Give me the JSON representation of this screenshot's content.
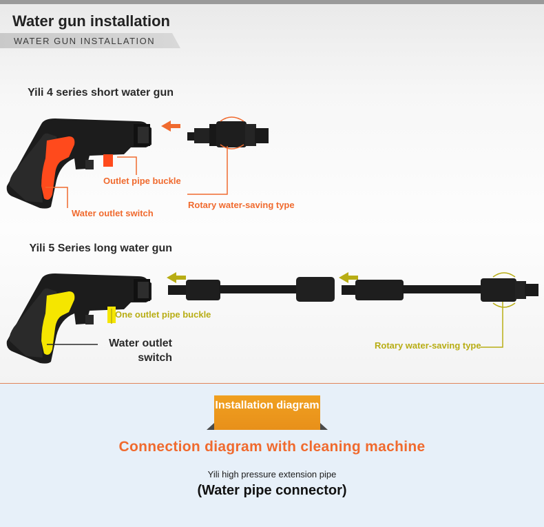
{
  "header": {
    "title": "Water gun installation",
    "subtitle": "WATER GUN INSTALLATION"
  },
  "section1": {
    "gun_label": "Yili 4 series short water gun",
    "outlet_buckle": "Outlet pipe buckle",
    "outlet_switch": "Water outlet switch",
    "rotary": "Rotary water-saving type"
  },
  "section2": {
    "gun_label": "Yili 5 Series long water gun",
    "outlet_buckle": "One outlet pipe buckle",
    "outlet_switch": "Water outlet switch",
    "rotary": "Rotary water-saving type"
  },
  "footer": {
    "badge": "Installation diagram",
    "connection": "Connection diagram with cleaning machine",
    "pipe": "Yili high pressure extension pipe",
    "connector": "(Water pipe connector)"
  },
  "colors": {
    "orange": "#f06a2e",
    "olive": "#b8ad14",
    "trigger_red": "#ff4a1c",
    "trigger_yellow": "#f5e600",
    "badge": "#f0a020"
  }
}
